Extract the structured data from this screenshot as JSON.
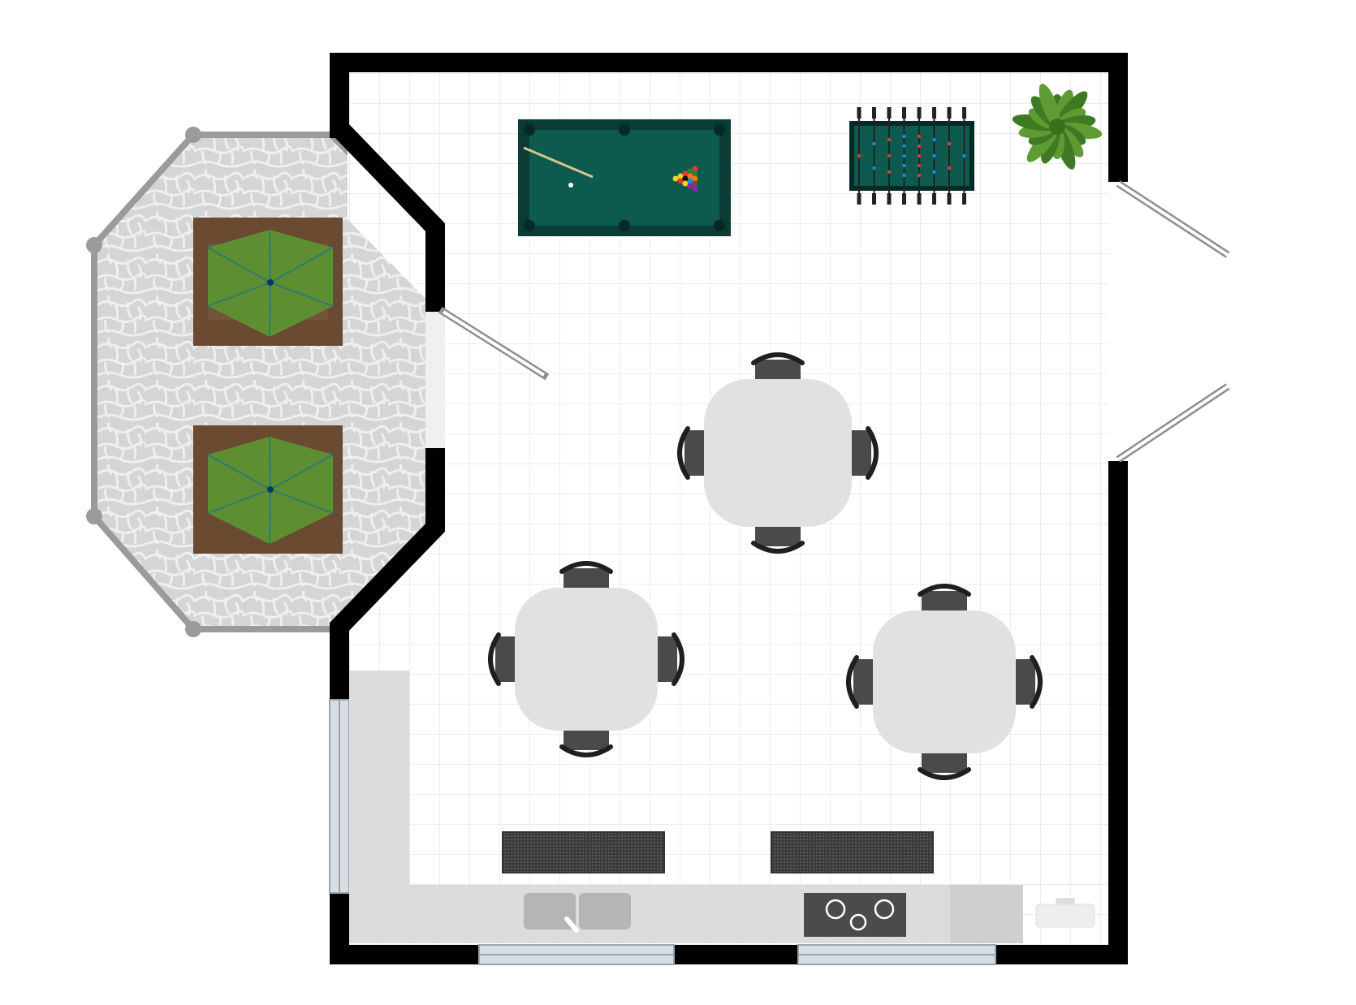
{
  "diagram": {
    "kind": "floor-plan",
    "title": "",
    "text_labels": []
  },
  "colors": {
    "background": "#ffffff",
    "floor": "#ffffff",
    "floor_grid": "#e6e6e6",
    "wall": "#000000",
    "patio_stone": "#d7d7d7",
    "patio_stone_lines": "#ececec",
    "patio_border": "#9b9b9b",
    "picnic_wood": "#6b4a32",
    "umbrella_green": "#5d8f32",
    "umbrella_ribs": "#2f7a6f",
    "pool_felt": "#0d5a4e",
    "pool_rail": "#093c35",
    "foosball_field": "#0f5a4f",
    "plant_green": "#4f8a2a",
    "table_top": "#e1e1e3",
    "chair_dark": "#4a4a4a",
    "counter": "#dcdcde",
    "sink": "#b5b5b7",
    "cooktop": "#4b4b4b",
    "door_panel": "#bdbdbd",
    "window_glass": "#d7dde1",
    "floor_mat": "#3f3f3f"
  },
  "elements": {
    "rooms": [
      "recreation-room",
      "patio"
    ],
    "furniture": [
      {
        "name": "pool-table",
        "count": 1
      },
      {
        "name": "foosball-table",
        "count": 1
      },
      {
        "name": "potted-plant",
        "count": 1
      },
      {
        "name": "round-dining-table",
        "count": 3,
        "chairs_each": 4
      },
      {
        "name": "picnic-table-with-umbrella",
        "count": 2
      },
      {
        "name": "kitchen-counter",
        "count": 1
      },
      {
        "name": "double-sink",
        "count": 1
      },
      {
        "name": "cooktop",
        "count": 1,
        "burners": 3
      },
      {
        "name": "floor-mat",
        "count": 2
      }
    ],
    "doors": 2,
    "windows": 3
  }
}
